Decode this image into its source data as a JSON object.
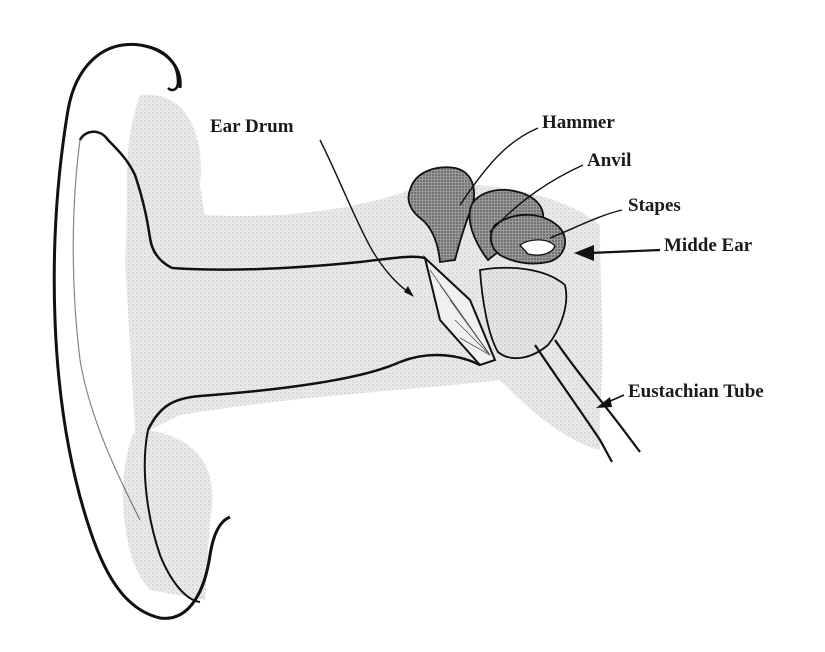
{
  "labels": {
    "ear_drum": "Ear Drum",
    "hammer": "Hammer",
    "anvil": "Anvil",
    "stapes": "Stapes",
    "middle_ear": "Midde Ear",
    "eustachian_tube": "Eustachian Tube"
  },
  "colors": {
    "line": "#111111",
    "shading": "#c8c8c8",
    "background": "#ffffff"
  }
}
